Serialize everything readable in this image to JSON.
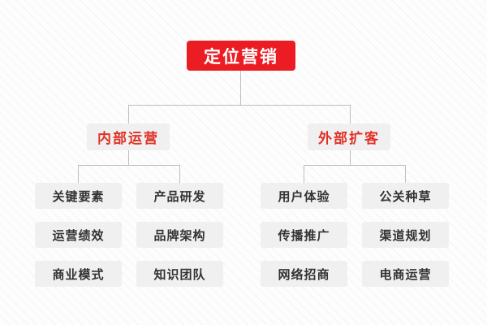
{
  "diagram": {
    "type": "organization-tree",
    "title": "定位营销",
    "colors": {
      "root_fill": "#ec1c24",
      "root_text": "#ffffff",
      "branch_fill": "#f0f0f0",
      "branch_text": "#e03127",
      "leaf_fill": "#f0f0f0",
      "leaf_text": "#333333",
      "connector": "#bdbdbd",
      "background": "#fdfdfd"
    },
    "root": {
      "label": "定位营销"
    },
    "branches": [
      {
        "label": "内部运营",
        "leaves": [
          {
            "label": "关键要素"
          },
          {
            "label": "产品研发"
          },
          {
            "label": "运营绩效"
          },
          {
            "label": "品牌架构"
          },
          {
            "label": "商业模式"
          },
          {
            "label": "知识团队"
          }
        ]
      },
      {
        "label": "外部扩客",
        "leaves": [
          {
            "label": "用户体验"
          },
          {
            "label": "公关种草"
          },
          {
            "label": "传播推广"
          },
          {
            "label": "渠道规划"
          },
          {
            "label": "网络招商"
          },
          {
            "label": "电商运营"
          }
        ]
      }
    ]
  }
}
